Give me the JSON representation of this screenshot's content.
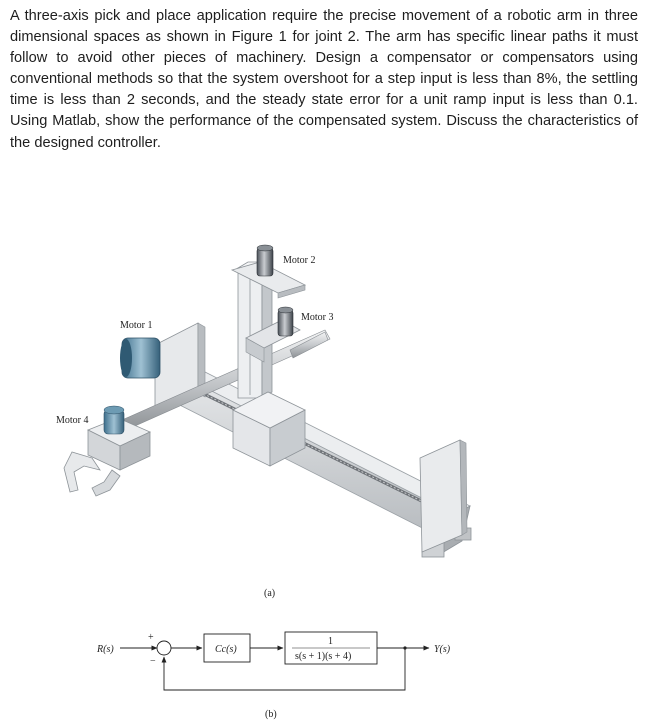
{
  "problem_text": "A three-axis pick and place application require the precise movement of a robotic arm in three dimensional spaces as shown in Figure 1 for joint 2. The arm has specific linear paths it must follow to avoid other pieces of machinery. Design a compensator or compensators using conventional methods so that the system overshoot for a step input is less than 8%, the settling time is less than 2 seconds, and the steady state error for a unit ramp input is less than 0.1. Using Matlab, show the performance of the compensated system. Discuss the characteristics of the designed controller.",
  "figure_a": {
    "motor1": "Motor 1",
    "motor2": "Motor 2",
    "motor3": "Motor 3",
    "motor4": "Motor 4",
    "caption": "(a)"
  },
  "figure_b": {
    "input": "R(s)",
    "output": "Y(s)",
    "controller": "Cc(s)",
    "plant_num": "1",
    "plant_den": "s(s + 1)(s + 4)",
    "plus": "+",
    "minus": "−",
    "caption": "(b)"
  }
}
